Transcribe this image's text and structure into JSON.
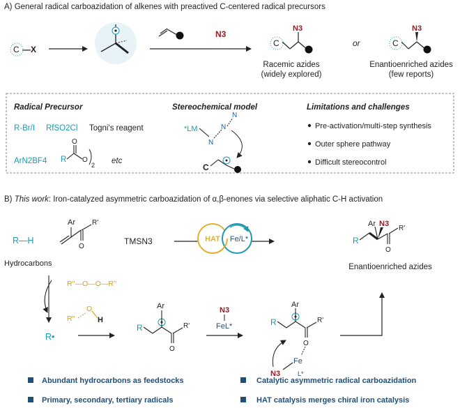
{
  "colors": {
    "teal": "#1a9cb0",
    "azide_red": "#9b1b24",
    "navy": "#1f4e79",
    "gold": "#e0b030",
    "dashed_border": "#888888"
  },
  "panel_a": {
    "header": "A) General radical carboazidation of alkenes with preactived C-centered radical precursors",
    "precursor": {
      "c": "C",
      "bond_x": "—X"
    },
    "reagent_n3": "N3",
    "racemic": {
      "c": "C",
      "n3": "N3",
      "line1": "Racemic azides",
      "line2": "(widely explored)"
    },
    "or": "or",
    "enantio": {
      "c": "C",
      "n3": "N3",
      "line1": "Enantioenriched azides",
      "line2": "(few reports)"
    },
    "box": {
      "precursor_title": "Radical Precursor",
      "precursor_items": [
        "R-Br/I",
        "RfSO2Cl",
        "Togni's reagent",
        "ArN2BF4",
        "etc"
      ],
      "stereo_title": "Stereochemical model",
      "stereo_lm": "*LM",
      "stereo_n_labels": [
        "N",
        "N",
        "N"
      ],
      "stereo_c": "C",
      "limitations_title": "Limitations and challenges",
      "limitations": [
        "Pre-activation/multi-step synthesis",
        "Outer sphere pathway",
        "Difficult stereocontrol"
      ]
    }
  },
  "panel_b": {
    "header_prefix": "B) ",
    "header_italic": "This work",
    "header_rest": ": Iron-catalyzed asymmetric carboazidation of α,β-enones via selective aliphatic C-H activation",
    "rh": "R—H",
    "hydrocarbons": "Hydrocarbons",
    "enone_ar": "Ar",
    "enone_r": "R'",
    "tmsn3": "TMSN3",
    "hat": "HAT",
    "fel": "Fe/L*",
    "product_ar": "Ar",
    "product_n3": "N3",
    "product_r": "R",
    "product_r1": "R'",
    "product_o": "O",
    "enantio_label": "Enantioenriched azides",
    "peroxide": "R''—O—O—R''",
    "alcohol_o": "O",
    "alcohol_h": "H",
    "radical": "R•",
    "int1_ar": "Ar",
    "int1_r": "R",
    "int1_r1": "R'",
    "int1_o": "O",
    "fe_n3": "N3",
    "fe_fel": "FeL*",
    "int2_ar": "Ar",
    "int2_r": "R",
    "int2_r1": "R'",
    "int2_o": "O",
    "int2_fe": "Fe",
    "int2_l": "L*",
    "int2_n3": "N3"
  },
  "bullets": [
    "Abundant hydrocarbons as feedstocks",
    "Catalytic asymmetric radical carboazidation",
    "Primary, secondary, tertiary radicals",
    "HAT catalysis merges chiral iron catalysis"
  ]
}
